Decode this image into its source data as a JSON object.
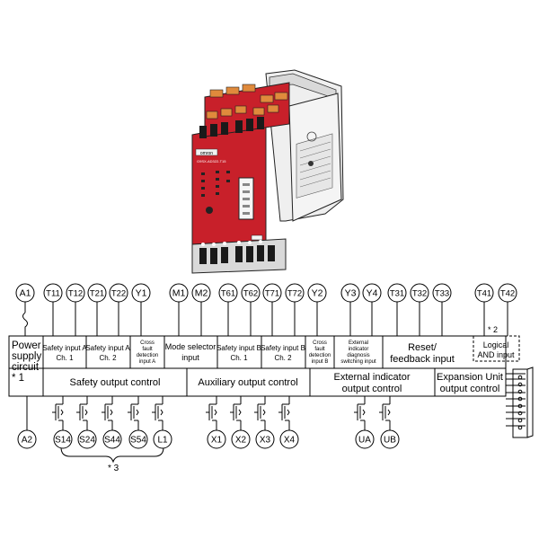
{
  "top_terminals": [
    "A1",
    "T11",
    "T12",
    "T21",
    "T22",
    "Y1",
    "M1",
    "M2",
    "T61",
    "T62",
    "T71",
    "T72",
    "Y2",
    "Y3",
    "Y4",
    "T31",
    "T32",
    "T33",
    "T41",
    "T42"
  ],
  "bottom_terminals": [
    "A2",
    "S14",
    "S24",
    "S44",
    "S54",
    "L1",
    "X1",
    "X2",
    "X3",
    "X4",
    "UA",
    "UB"
  ],
  "blocks": {
    "power": [
      "Power",
      "supply",
      "circuit",
      "* 1"
    ],
    "safety_a1": [
      "Safety input A",
      "Ch. 1"
    ],
    "safety_a2": [
      "Safety input A",
      "Ch. 2"
    ],
    "cross_a": [
      "Cross",
      "fault",
      "detection",
      "input A"
    ],
    "mode": [
      "Mode selector",
      "input"
    ],
    "safety_b1": [
      "Safety input B",
      "Ch. 1"
    ],
    "safety_b2": [
      "Safety input B",
      "Ch. 2"
    ],
    "cross_b": [
      "Cross",
      "fault",
      "detection",
      "input B"
    ],
    "ext_diag": [
      "External",
      "indicator",
      "diagnosis",
      "switching input"
    ],
    "reset": [
      "Reset/",
      "feedback input"
    ],
    "logical": [
      "Logical",
      "AND input"
    ],
    "safety_out": "Safety output control",
    "aux_out": "Auxiliary output control",
    "ext_out": [
      "External indicator",
      "output control"
    ],
    "exp_out": [
      "Expansion Unit",
      "output control"
    ]
  },
  "notes": {
    "note2": "* 2",
    "note3": "* 3"
  },
  "device": {
    "brand": "omron",
    "model": "G9SX-AD322-T15",
    "body_color": "#c8202a",
    "frame_color": "#e4e4e4"
  }
}
